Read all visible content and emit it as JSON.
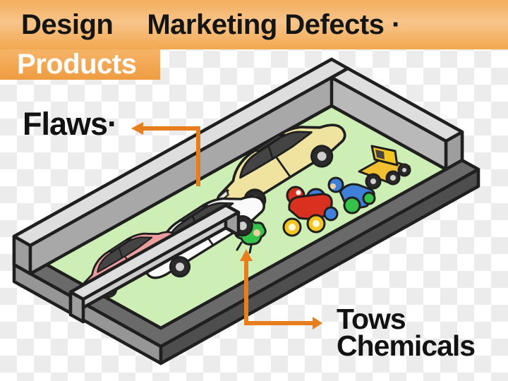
{
  "banner": {
    "title_left": "Design",
    "title_right": "Marketing Defects ·",
    "tag": "Products"
  },
  "callouts": {
    "flaws": "Flaws·",
    "toys_line1": "Tows",
    "toys_line2": "Chemicals"
  },
  "scene": {
    "items": [
      "tray-box",
      "yellow-car",
      "white-car",
      "pink-car",
      "toy-truck",
      "toy-scooter",
      "toy-duck-car",
      "toy-frog"
    ]
  },
  "colors": {
    "title_text": "#151515",
    "tag_text": "#FFFFFF",
    "label_text": "#121212",
    "arrow": "#E87D1E",
    "checker_light": "#FFFFFF",
    "checker_dark": "#ECECEC",
    "outline": "#1F1F1F",
    "floor": "#CDEEB4",
    "wall_light": "#CBCBCB",
    "wall_top": "#DEDEDE",
    "wall_mid": "#A8A8A8",
    "wall_inner": "#B9B9B9",
    "wall_cap": "#9E9E9E",
    "slab_top": "#6A6A6A",
    "slab_sw": "#969696",
    "slab_se": "#4E4E4E",
    "car_yellow": "#F0E3A0",
    "car_white": "#FAFAFA",
    "car_pink": "#EC9E9E",
    "window_dark": "#444444",
    "tire": "#2A2A2A",
    "hub": "#CFCFCF",
    "truck_yellow": "#F0C030",
    "toy_red": "#D93020",
    "toy_blue": "#3D7FD9",
    "toy_green": "#35C24A",
    "toy_yellow": "#F2C520",
    "face_tan": "#EECFA0"
  }
}
